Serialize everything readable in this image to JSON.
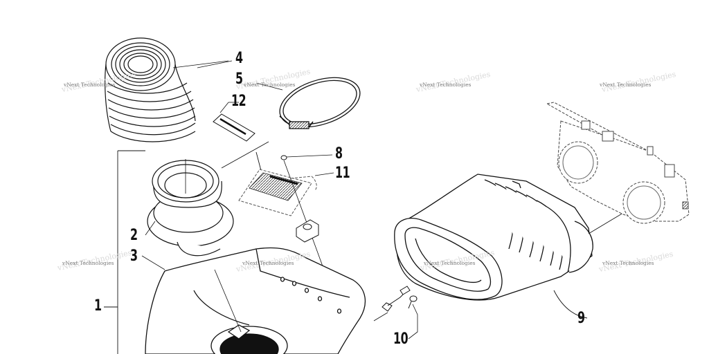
{
  "callouts": {
    "c1": "1",
    "c2": "2",
    "c3": "3",
    "c4": "4",
    "c5": "5",
    "c8": "8",
    "c9": "9",
    "c10": "10",
    "c11": "11",
    "c12": "12"
  },
  "watermark": {
    "text": "vNext Technologies"
  },
  "colors": {
    "line": "#111111",
    "dashed": "#555555",
    "watermark": "#7a7a7a"
  }
}
